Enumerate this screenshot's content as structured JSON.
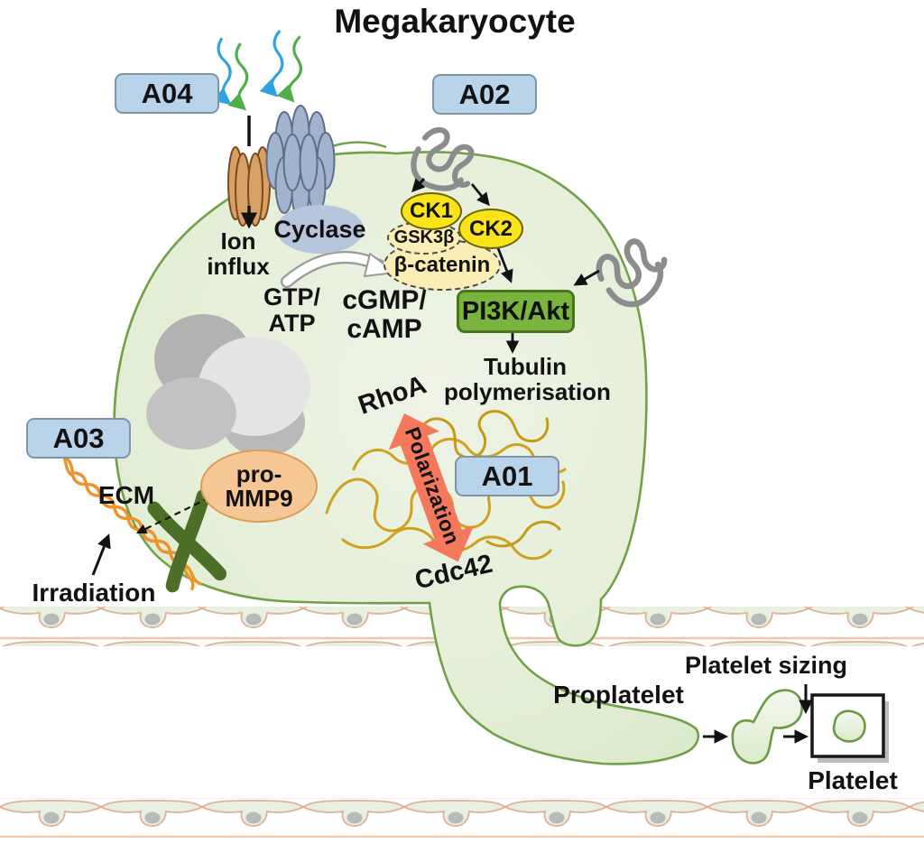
{
  "title": "Megakaryocyte",
  "badges": {
    "a01": "A01",
    "a02": "A02",
    "a03": "A03",
    "a04": "A04"
  },
  "pathways": {
    "ion_influx": "Ion\ninflux",
    "cyclase": "Cyclase",
    "gtp_atp": "GTP/\nATP",
    "cgmp_camp": "cGMP/\ncAMP",
    "ck1": "CK1",
    "ck2": "CK2",
    "gsk3b": "GSK3β",
    "beta_catenin": "β-catenin",
    "pi3k_akt": "PI3K/Akt",
    "tubulin_polymerisation": "Tubulin\npolymerisation",
    "rhoa": "RhoA",
    "polarization": "Polarization",
    "cdc42": "Cdc42",
    "pro_mmp9": "pro-\nMMP9",
    "ecm": "ECM",
    "irradiation": "Irradiation"
  },
  "platelet_formation": {
    "proplatelet": "Proplatelet",
    "platelet_sizing": "Platelet sizing",
    "platelet": "Platelet"
  },
  "colors": {
    "badge_bg": "#b9d3ea",
    "badge_border": "#8094a8",
    "cell_fill": "#e3eed6",
    "cell_border": "#71a146",
    "kinase_yellow": "#f8e418",
    "pale_yellow": "#faeeb4",
    "pi3k_green": "#79b43e",
    "pi3k_border": "#47761c",
    "pro_mmp9_fill": "#f6c795",
    "pro_mmp9_border": "#db9c58",
    "polarization_arrow": "#f4795c",
    "microtubule_gold": "#cfa11d",
    "ecm_orange": "#ef9227",
    "scissors_green": "#4d6e26",
    "channel_tan": "#d9a066",
    "receptor_blue": "#a3b3cc",
    "cyclase_fill": "#b7c6dd",
    "gpcr_gray": "#8c8c8c",
    "vessel_line": "#f2c8aa",
    "endothelium_fill": "#e9f0e1",
    "nucleus_gray": "#b2b2b2"
  }
}
